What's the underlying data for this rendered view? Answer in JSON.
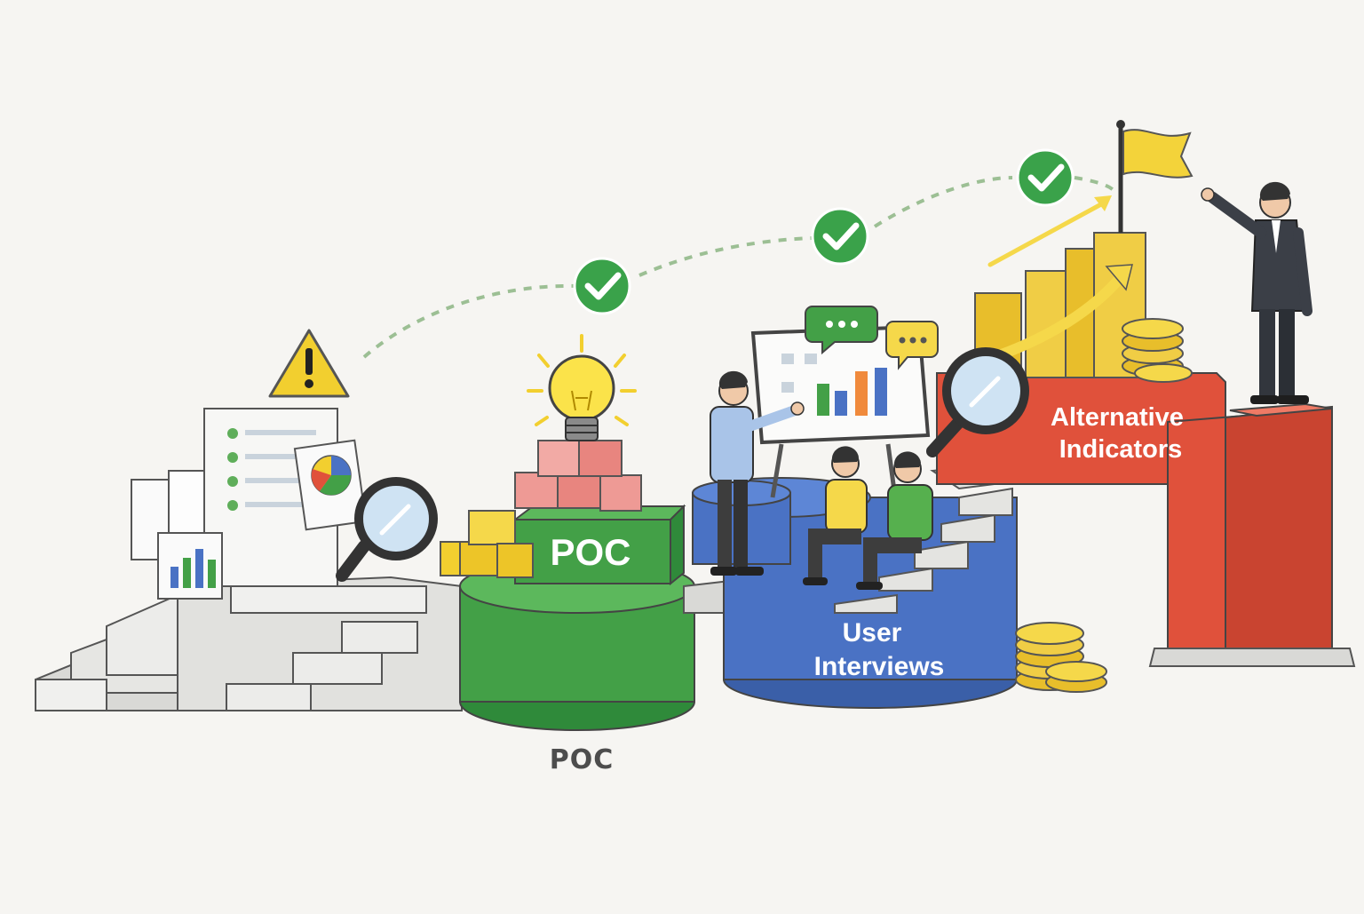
{
  "stages": {
    "poc": {
      "label": "POC",
      "color": "#43a047"
    },
    "interviews": {
      "label_line1": "User",
      "label_line2": "Interviews",
      "color": "#4a72c4"
    },
    "indicators": {
      "label_line1": "Alternative",
      "label_line2": "Indicators",
      "color": "#e0513b"
    }
  },
  "caption": "POC",
  "colors": {
    "flag": "#f3d33a",
    "check": "#3aa24a",
    "warning": "#f2cf2f",
    "coin": "#e8be2b",
    "path": "#9cbf94"
  },
  "icons": [
    "warning-icon",
    "check-icon",
    "lightbulb-icon",
    "magnifier-icon",
    "chat-bubble-icon",
    "flag-icon",
    "trend-arrow-icon",
    "coin-stack-icon",
    "pie-chart-icon",
    "bar-chart-icon"
  ]
}
